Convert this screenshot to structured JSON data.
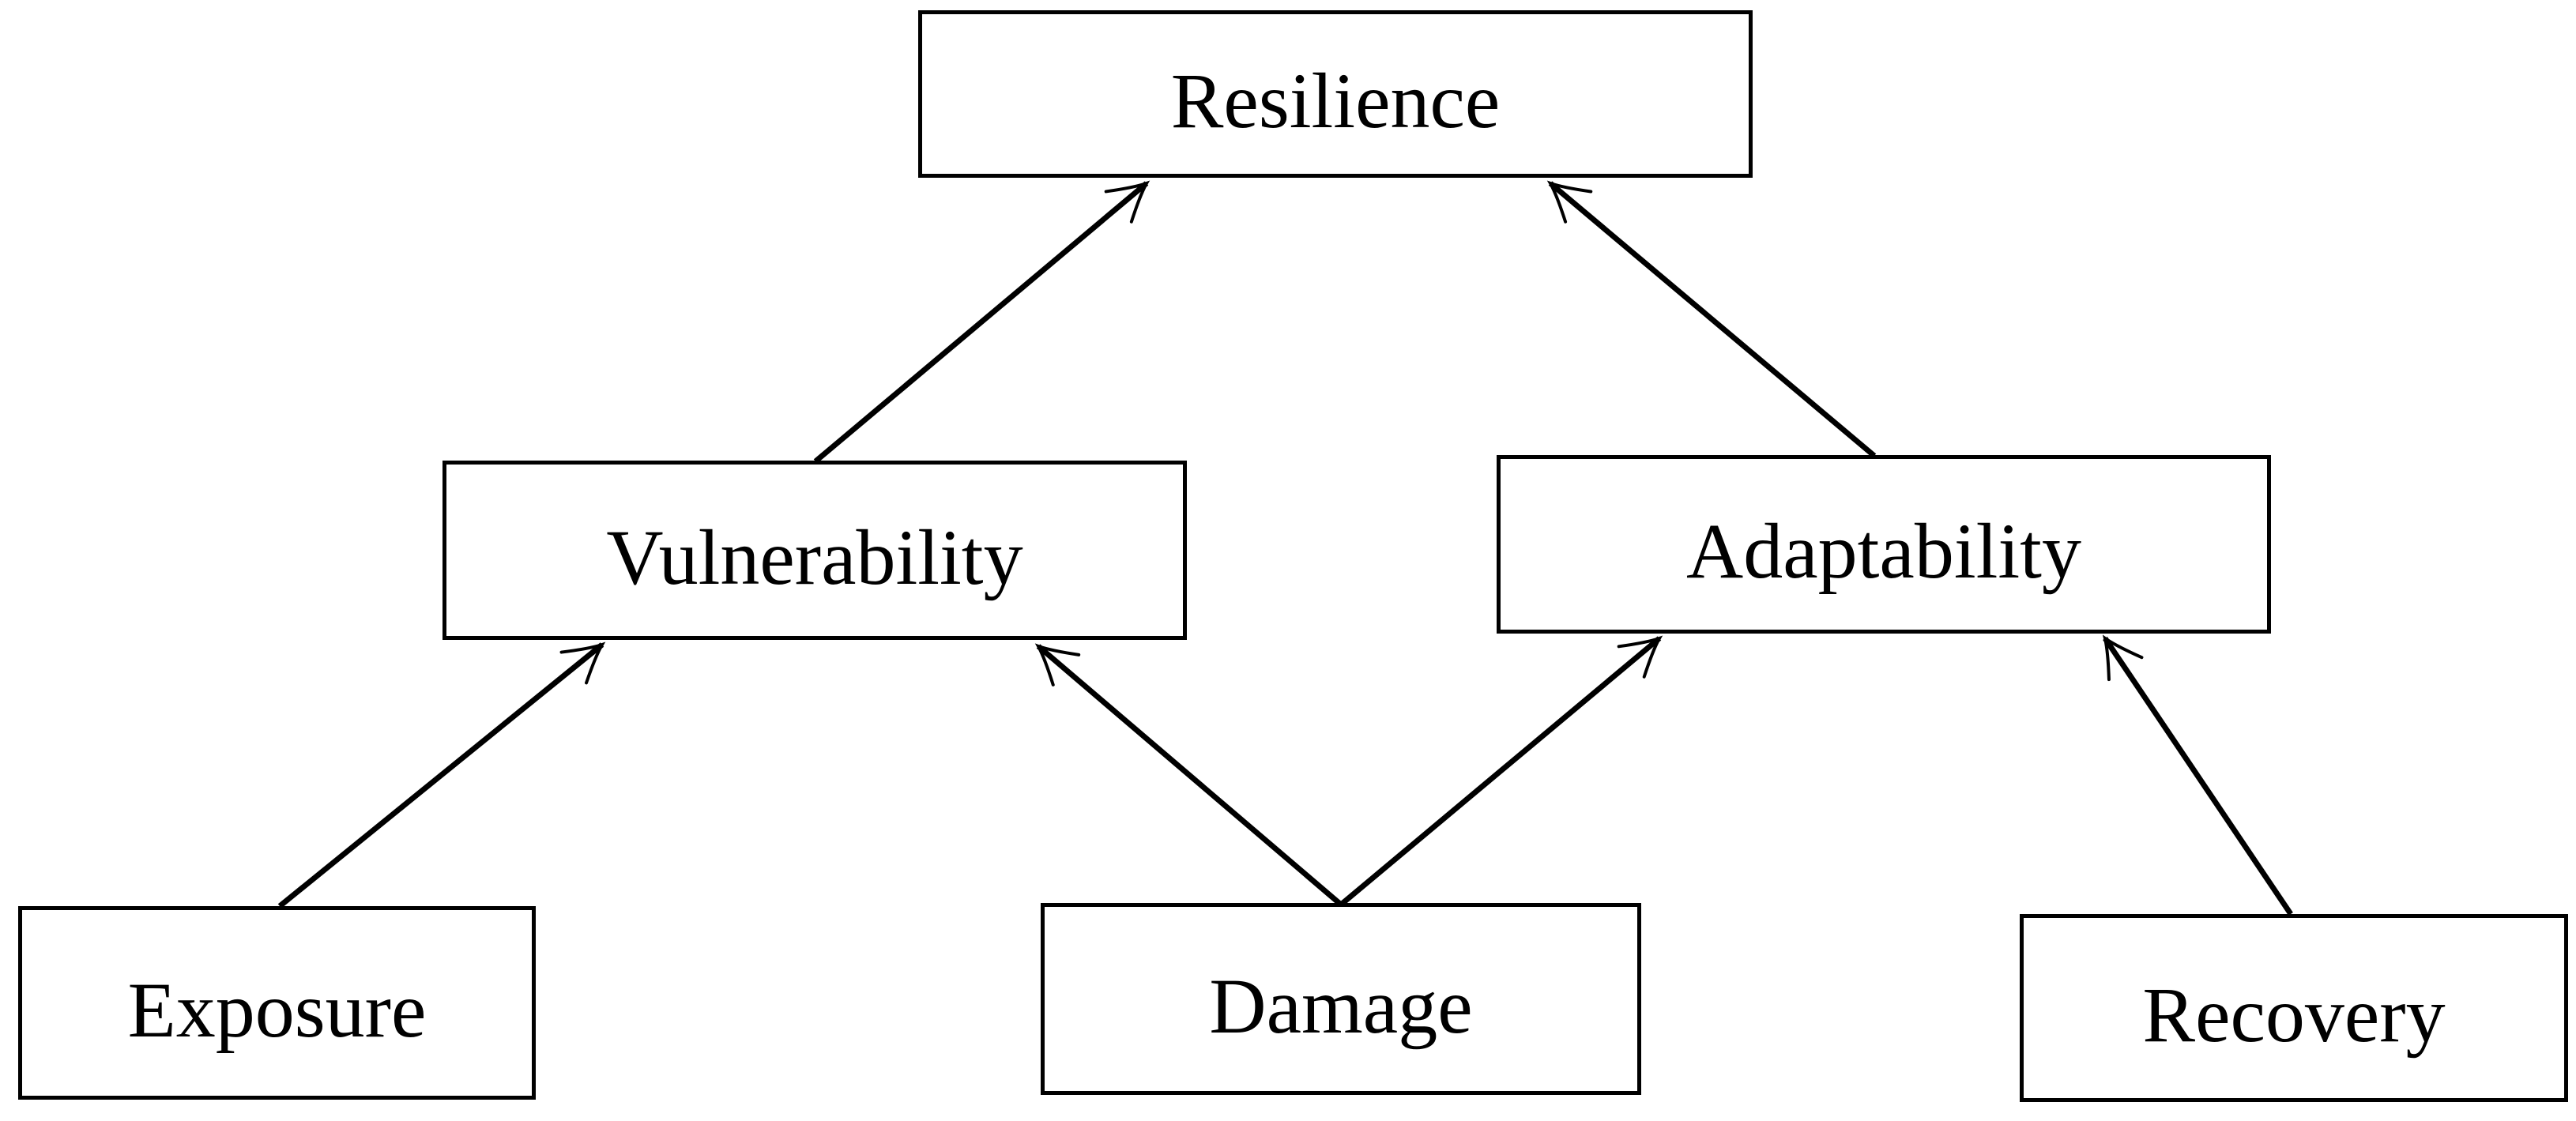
{
  "diagram": {
    "description": "Concept diagram of resilience determinants",
    "colors": {
      "background": "#ffffff",
      "box_border": "#000000",
      "box_fill": "#ffffff",
      "text": "#000000",
      "arrow": "#000000"
    },
    "nodes": [
      {
        "id": "resilience",
        "label": "Resilience",
        "level": "top"
      },
      {
        "id": "vulnerability",
        "label": "Vulnerability",
        "level": "middle"
      },
      {
        "id": "adaptability",
        "label": "Adaptability",
        "level": "middle"
      },
      {
        "id": "exposure",
        "label": "Exposure",
        "level": "bottom"
      },
      {
        "id": "damage",
        "label": "Damage",
        "level": "bottom"
      },
      {
        "id": "recovery",
        "label": "Recovery",
        "level": "bottom"
      }
    ],
    "edges": [
      {
        "from": "exposure",
        "to": "vulnerability"
      },
      {
        "from": "damage",
        "to": "vulnerability"
      },
      {
        "from": "damage",
        "to": "adaptability"
      },
      {
        "from": "recovery",
        "to": "adaptability"
      },
      {
        "from": "vulnerability",
        "to": "resilience"
      },
      {
        "from": "adaptability",
        "to": "resilience"
      }
    ]
  }
}
